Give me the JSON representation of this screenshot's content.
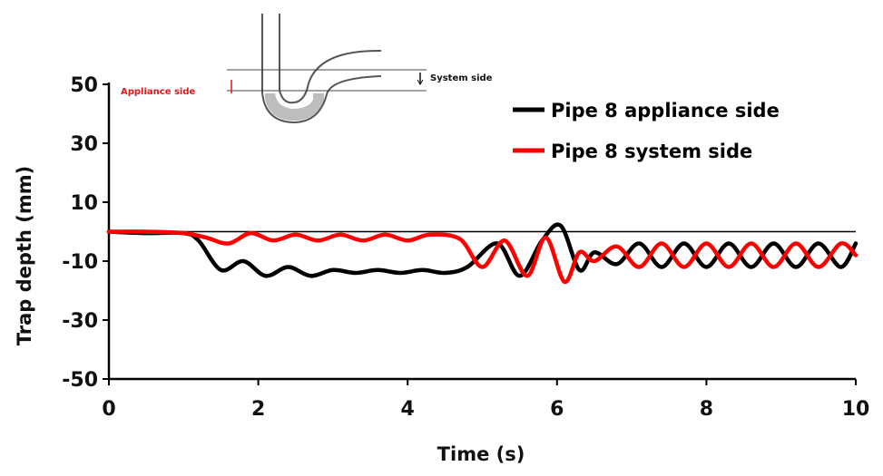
{
  "chart_data": {
    "type": "line",
    "title": "",
    "xlabel": "Time (s)",
    "ylabel": "Trap depth (mm)",
    "xlim": [
      0,
      10
    ],
    "ylim": [
      -50,
      50
    ],
    "xticks": [
      0,
      2,
      4,
      6,
      8,
      10
    ],
    "yticks": [
      -50,
      -30,
      -10,
      10,
      30,
      50
    ],
    "grid": false,
    "reference_line_y": 0,
    "legend_position": "top-right",
    "series": [
      {
        "name": "Pipe 8 appliance side",
        "color": "#000000",
        "x": [
          0,
          0.5,
          1.0,
          1.2,
          1.5,
          1.8,
          2.1,
          2.4,
          2.7,
          3.0,
          3.3,
          3.6,
          3.9,
          4.2,
          4.5,
          4.8,
          5.2,
          5.5,
          5.8,
          6.05,
          6.3,
          6.5,
          6.8,
          7.1,
          7.4,
          7.7,
          8.0,
          8.3,
          8.6,
          8.9,
          9.2,
          9.5,
          9.8,
          10.0
        ],
        "y": [
          0,
          -0.5,
          -0.5,
          -3,
          -13,
          -10,
          -15,
          -12,
          -15,
          -13,
          -14,
          -13,
          -14,
          -13,
          -14,
          -12,
          -4,
          -15,
          -3,
          2,
          -13,
          -7,
          -11,
          -4,
          -12,
          -4,
          -12,
          -4,
          -12,
          -4,
          -12,
          -4,
          -12,
          -4
        ]
      },
      {
        "name": "Pipe 8 system side",
        "color": "#ff0000",
        "x": [
          0,
          0.5,
          1.0,
          1.3,
          1.6,
          1.9,
          2.2,
          2.5,
          2.8,
          3.1,
          3.4,
          3.7,
          4.0,
          4.3,
          4.7,
          5.0,
          5.3,
          5.6,
          5.85,
          6.1,
          6.3,
          6.5,
          6.8,
          7.1,
          7.4,
          7.7,
          8.0,
          8.3,
          8.6,
          8.9,
          9.2,
          9.5,
          9.8,
          10.0
        ],
        "y": [
          0,
          0,
          -0.5,
          -2,
          -4,
          -0.5,
          -3,
          -1,
          -3,
          -1,
          -3,
          -1,
          -3,
          -1,
          -2.5,
          -12,
          -3,
          -15,
          -2,
          -17,
          -7,
          -10,
          -5,
          -12,
          -4,
          -12,
          -4,
          -12,
          -4,
          -12,
          -4,
          -12,
          -4,
          -8
        ]
      }
    ]
  },
  "inset": {
    "appliance_label": "Appliance side",
    "system_label": "System side"
  }
}
